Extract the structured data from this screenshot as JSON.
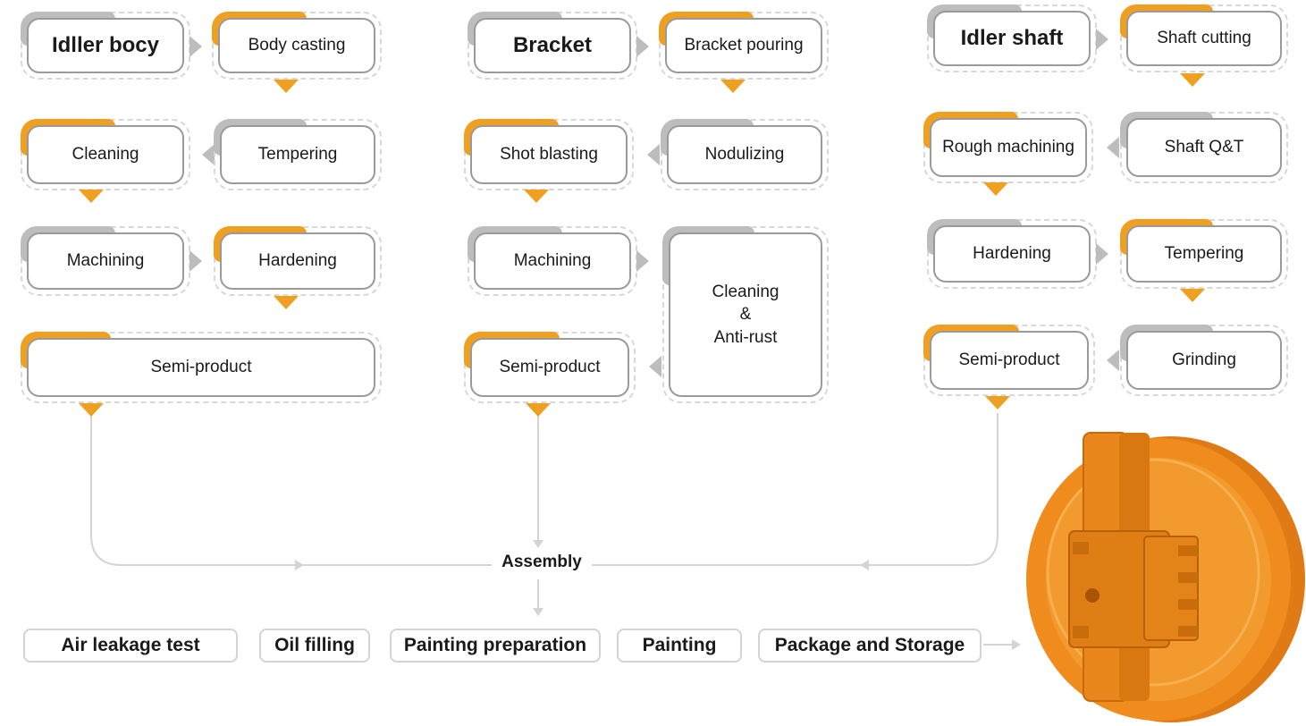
{
  "columns": [
    {
      "title": "Idller bocy",
      "steps": [
        "Body casting",
        "Tempering",
        "Cleaning",
        "Machining",
        "Hardening",
        "Semi-product"
      ]
    },
    {
      "title": "Bracket",
      "steps": [
        "Bracket pouring",
        "Nodulizing",
        "Shot blasting",
        "Machining",
        "Semi-product"
      ],
      "side_step": {
        "line1": "Cleaning",
        "line2": "&",
        "line3": "Anti-rust"
      }
    },
    {
      "title": "Idler shaft",
      "steps": [
        "Shaft cutting",
        "Shaft Q&T",
        "Rough machining",
        "Hardening",
        "Tempering",
        "Grinding",
        "Semi-product"
      ]
    }
  ],
  "assembly": "Assembly",
  "final_steps": [
    "Air leakage test",
    "Oil filling",
    "Painting preparation",
    "Painting",
    "Package and Storage"
  ],
  "product_image": {
    "name": "idler-wheel",
    "color": "#f08c1e"
  },
  "colors": {
    "accent": "#f0a020",
    "gray": "#bdbdbd",
    "line": "#d4d4d4"
  }
}
